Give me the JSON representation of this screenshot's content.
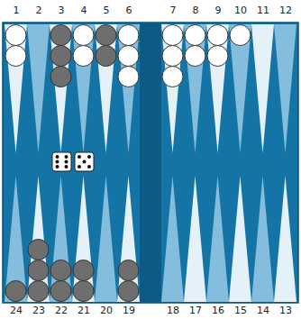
{
  "diagram": {
    "labels": [
      "1",
      "2",
      "3",
      "4",
      "5",
      "6",
      "7",
      "8",
      "9",
      "10",
      "11",
      "12",
      "24",
      "23",
      "22",
      "21",
      "20",
      "19",
      "18",
      "17",
      "16",
      "15",
      "14",
      "13"
    ]
  }
}
